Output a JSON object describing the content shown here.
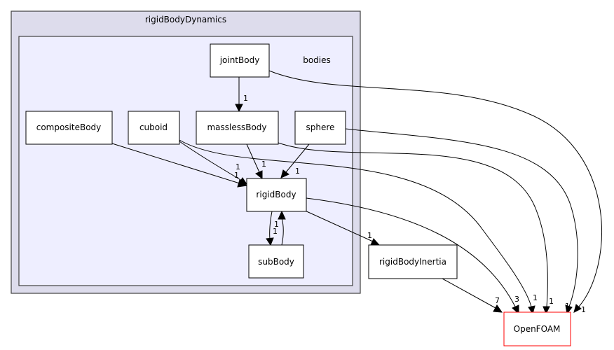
{
  "clusters": {
    "outer_label": "rigidBodyDynamics",
    "inner_label": "bodies"
  },
  "nodes": {
    "jointBody": "jointBody",
    "compositeBody": "compositeBody",
    "cuboid": "cuboid",
    "masslessBody": "masslessBody",
    "sphere": "sphere",
    "rigidBody": "rigidBody",
    "subBody": "subBody",
    "rigidBodyInertia": "rigidBodyInertia",
    "OpenFOAM": "OpenFOAM"
  },
  "edges": [
    {
      "from": "jointBody",
      "to": "masslessBody",
      "label": "1"
    },
    {
      "from": "compositeBody",
      "to": "rigidBody",
      "label": "1"
    },
    {
      "from": "cuboid",
      "to": "rigidBody",
      "label": "1"
    },
    {
      "from": "masslessBody",
      "to": "rigidBody",
      "label": "1"
    },
    {
      "from": "sphere",
      "to": "rigidBody",
      "label": "1"
    },
    {
      "from": "rigidBody",
      "to": "subBody",
      "label": "1"
    },
    {
      "from": "subBody",
      "to": "rigidBody",
      "label": "1"
    },
    {
      "from": "rigidBody",
      "to": "rigidBodyInertia",
      "label": "1"
    },
    {
      "from": "rigidBodyInertia",
      "to": "OpenFOAM",
      "label": "7"
    },
    {
      "from": "rigidBody",
      "to": "OpenFOAM",
      "label": "3"
    },
    {
      "from": "cuboid",
      "to": "OpenFOAM",
      "label": "1"
    },
    {
      "from": "masslessBody",
      "to": "OpenFOAM",
      "label": "1"
    },
    {
      "from": "sphere",
      "to": "OpenFOAM",
      "label": "1"
    },
    {
      "from": "jointBody",
      "to": "OpenFOAM",
      "label": "1"
    }
  ],
  "colors": {
    "outer_cluster": "#dddcec",
    "inner_cluster": "#eeeeff",
    "external_node_border": "#ff0000"
  }
}
